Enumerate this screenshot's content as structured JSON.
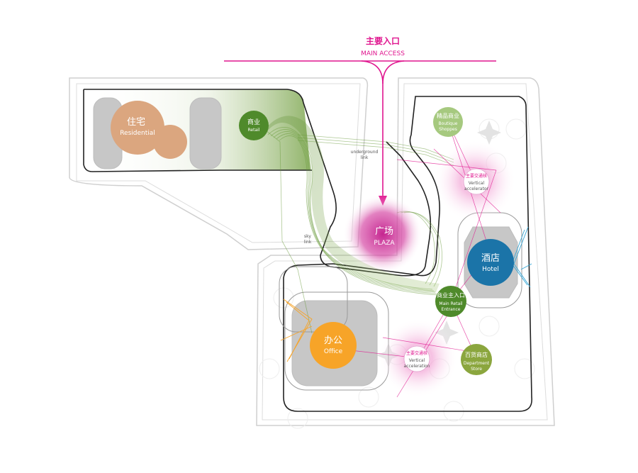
{
  "main_access": {
    "cn": "主要入口",
    "en": "MAIN ACCESS",
    "color": "#e0168f"
  },
  "zones": {
    "residential": {
      "cn": "住宅",
      "en": "Residential",
      "color": "#dba67f"
    },
    "retail": {
      "cn": "商业",
      "en": "Retail",
      "color": "#4f8a2b"
    },
    "plaza": {
      "cn": "广场",
      "en": "PLAZA",
      "color": "#c21a8a"
    },
    "hotel": {
      "cn": "酒店",
      "en": "Hotel",
      "color": "#1b74a8"
    },
    "office": {
      "cn": "办公",
      "en": "Office",
      "color": "#f7a428"
    },
    "boutique": {
      "cn": "精品商业",
      "en1": "Boutique",
      "en2": "Shoppes",
      "color": "#a6c97f"
    },
    "main_retail": {
      "cn": "商业主入口",
      "en1": "Main Retail",
      "en2": "Entrance",
      "color": "#4f8a2b"
    },
    "department": {
      "cn": "百货商店",
      "en1": "Department",
      "en2": "Store",
      "color": "#8ba63e"
    }
  },
  "vertical_1": {
    "cn": "主要交通核",
    "en1": "Vertical",
    "en2": "accelerator"
  },
  "vertical_2": {
    "cn": "主要交通核",
    "en1": "Vertical",
    "en2": "acceleration"
  },
  "links": {
    "underground": {
      "l1": "underground",
      "l2": "link"
    },
    "sky": {
      "l1": "sky",
      "l2": "link"
    }
  },
  "colors": {
    "green_link": "#6a9a3c",
    "magenta": "#e0168f",
    "grey_block": "#c7c7c7",
    "outline": "#222222"
  }
}
